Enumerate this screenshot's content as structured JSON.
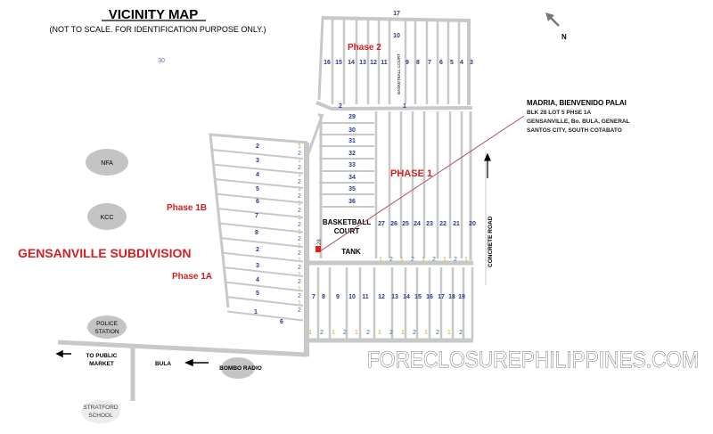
{
  "title": "VICINITY MAP",
  "subtitle": "(NOT TO SCALE. FOR IDENTIFICATION PURPOSE ONLY.)",
  "faint_label": "30",
  "subdivision_name": "GENSANVILLE SUBDIVISION",
  "phases": {
    "phase2": "Phase 2",
    "phase1": "PHASE 1",
    "phase1b": "Phase 1B",
    "phase1a": "Phase 1A"
  },
  "landmarks": {
    "nfa": "NFA",
    "kcc": "KCC",
    "police_1": "POLICE",
    "police_2": "STATION",
    "public_market_1": "TO PUBLIC",
    "public_market_2": "MARKET",
    "bula": "BULA",
    "bombo_radio": "BOMBO RADIO",
    "stratford_1": "STRATFORD",
    "stratford_2": "SCHOOL",
    "basketball_court_1": "BASKETBALL",
    "basketball_court_2": "COURT",
    "basketball_court_small": "BASKETBALL COURT",
    "tank": "TANK",
    "concrete_road": "CONCRETE ROAD"
  },
  "property": {
    "owner": "MADRIA, BIENVENIDO PALAI",
    "line1": "BLK 28 LOT 5 PHSE 1A",
    "line2": "GENSANVILLE, Bo. BULA, GENERAL",
    "line3": "SANTOS CITY, SOUTH COTABATO",
    "block_marker": "28",
    "marker_color": "#e02020"
  },
  "north_label": "N",
  "watermark": "FORECLOSUREPHILIPPINES.COM",
  "blocks": {
    "phase2_top": "17",
    "phase2_mid": "10",
    "phase2_row": [
      "16",
      "15",
      "14",
      "13",
      "12",
      "11",
      "9",
      "8",
      "7",
      "6",
      "5",
      "4",
      "3"
    ],
    "phase2_bottom": [
      "2",
      "1"
    ],
    "phase1_left": [
      "29",
      "30",
      "31",
      "32",
      "33",
      "34",
      "35",
      "36"
    ],
    "phase1_row": [
      "27",
      "26",
      "25",
      "24",
      "23",
      "22",
      "21",
      "20"
    ],
    "phase1a_row": [
      "7",
      "8",
      "9",
      "10",
      "11",
      "12",
      "13",
      "14",
      "15",
      "16",
      "17",
      "18",
      "19"
    ],
    "phase1b_rows": [
      "2",
      "3",
      "4",
      "5",
      "6",
      "7",
      "8",
      "2",
      "3",
      "4",
      "5",
      "1",
      "6"
    ]
  },
  "colors": {
    "road": "#c8c8c8",
    "title_red": "#d42020",
    "lot_blue": "#2a3a8a"
  }
}
